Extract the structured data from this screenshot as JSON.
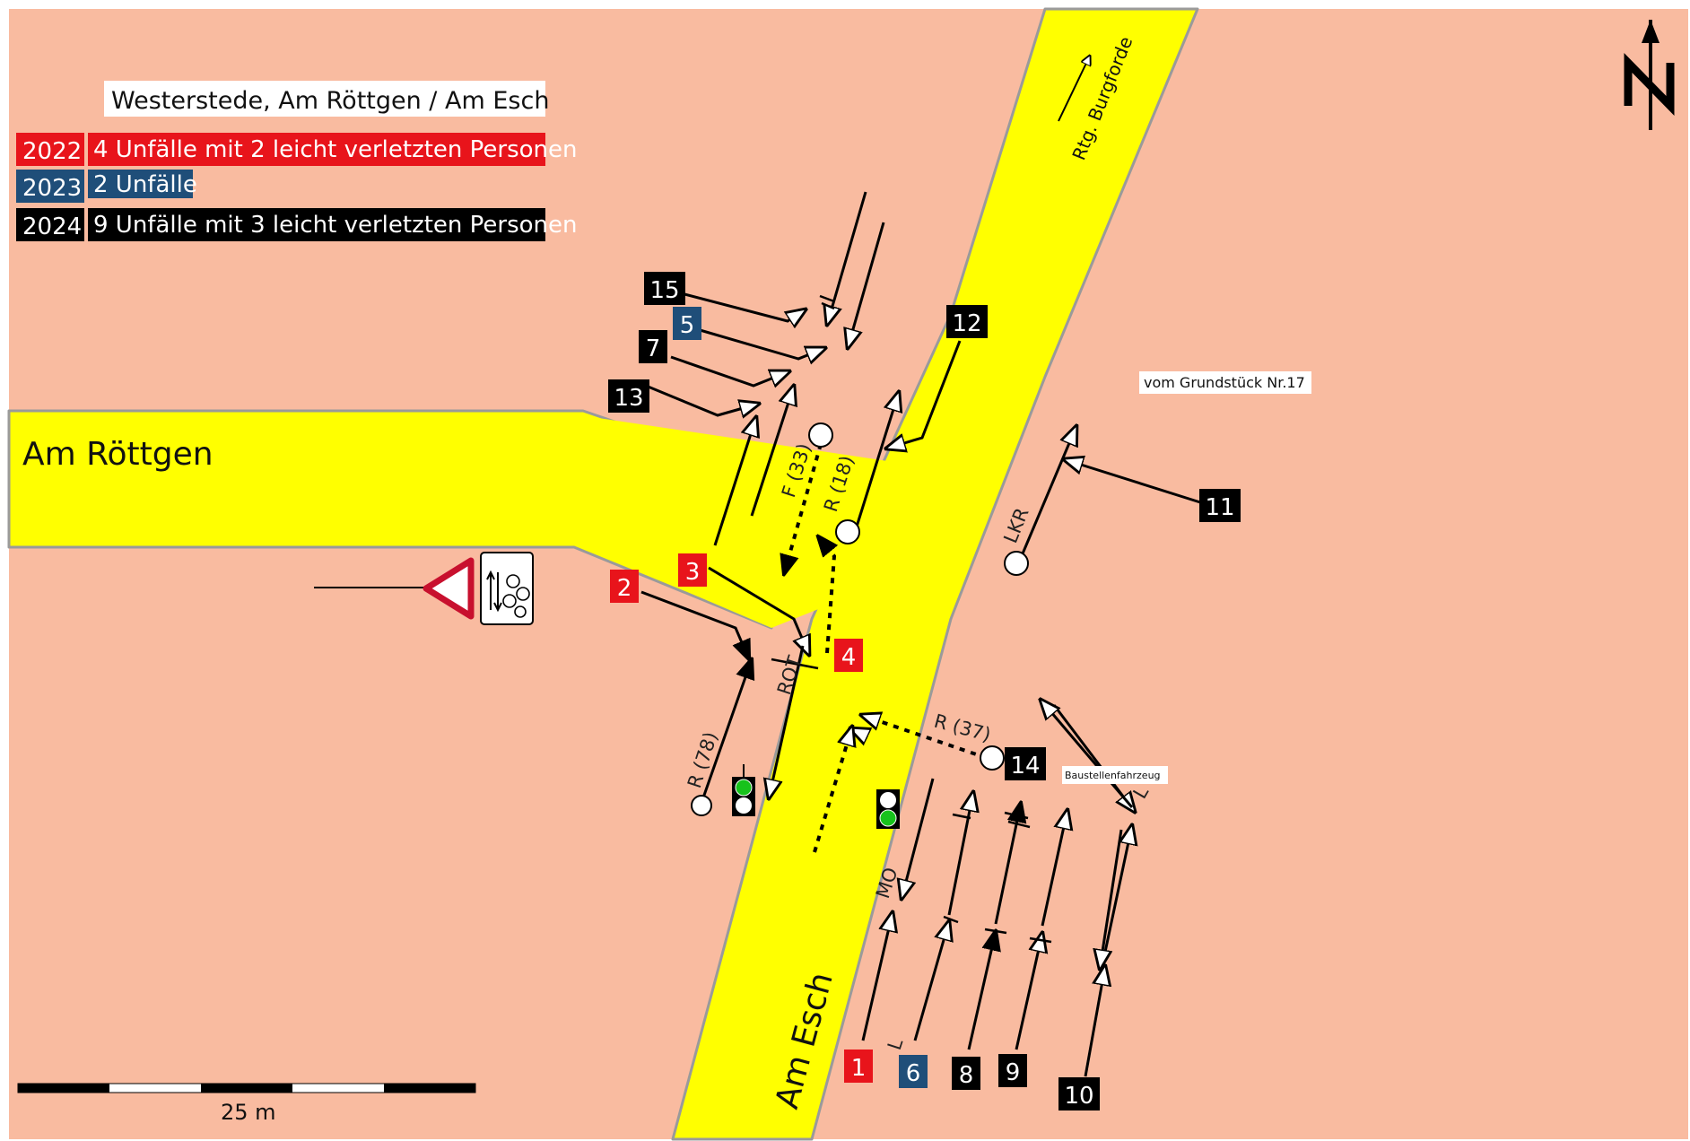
{
  "title": "Westerstede, Am Röttgen / Am Esch",
  "legend": [
    {
      "year": "2022",
      "text": "4 Unfälle mit 2 leicht verletzten Personen",
      "color": "#e8141b"
    },
    {
      "year": "2023",
      "text": "2 Unfälle",
      "color": "#1f4e79"
    },
    {
      "year": "2024",
      "text": "9 Unfälle mit 3 leicht verletzten Personen",
      "color": "#000000"
    }
  ],
  "streets": {
    "am_roettgen": "Am Röttgen",
    "am_esch": "Am Esch"
  },
  "direction_label": "Rtg. Burgforde",
  "property_label": "vom Grundstück Nr.17",
  "construction_label": "Baustellenfahrzeug",
  "scale_label": "25 m",
  "colors": {
    "background": "#f9bba0",
    "road": "#ffff00",
    "red": "#e8141b",
    "blue": "#1f4e79",
    "black": "#000000",
    "signal_green": "#17c21c"
  },
  "path_labels": {
    "f33": "F (33)",
    "r18": "R (18)",
    "r37": "R (37)",
    "r78": "R (78)",
    "rot": "ROT",
    "lkr": "LKR",
    "mo": "MO",
    "l6": "L",
    "l10": "L"
  },
  "markers": [
    {
      "id": "m1",
      "label": "1",
      "color": "#e8141b"
    },
    {
      "id": "m2",
      "label": "2",
      "color": "#e8141b"
    },
    {
      "id": "m3",
      "label": "3",
      "color": "#e8141b"
    },
    {
      "id": "m4",
      "label": "4",
      "color": "#e8141b"
    },
    {
      "id": "m5",
      "label": "5",
      "color": "#1f4e79"
    },
    {
      "id": "m6",
      "label": "6",
      "color": "#1f4e79"
    },
    {
      "id": "m7",
      "label": "7",
      "color": "#000000"
    },
    {
      "id": "m8",
      "label": "8",
      "color": "#000000"
    },
    {
      "id": "m9",
      "label": "9",
      "color": "#000000"
    },
    {
      "id": "m10",
      "label": "10",
      "color": "#000000"
    },
    {
      "id": "m11",
      "label": "11",
      "color": "#000000"
    },
    {
      "id": "m12",
      "label": "12",
      "color": "#000000"
    },
    {
      "id": "m13",
      "label": "13",
      "color": "#000000"
    },
    {
      "id": "m14",
      "label": "14",
      "color": "#000000"
    },
    {
      "id": "m15",
      "label": "15",
      "color": "#000000"
    }
  ],
  "icons": {
    "north_arrow": "north-arrow-icon",
    "yield_sign": "yield-sign-icon",
    "bicycle_sign": "bicycle-both-directions-sign-icon",
    "traffic_light": "traffic-light-icon"
  }
}
